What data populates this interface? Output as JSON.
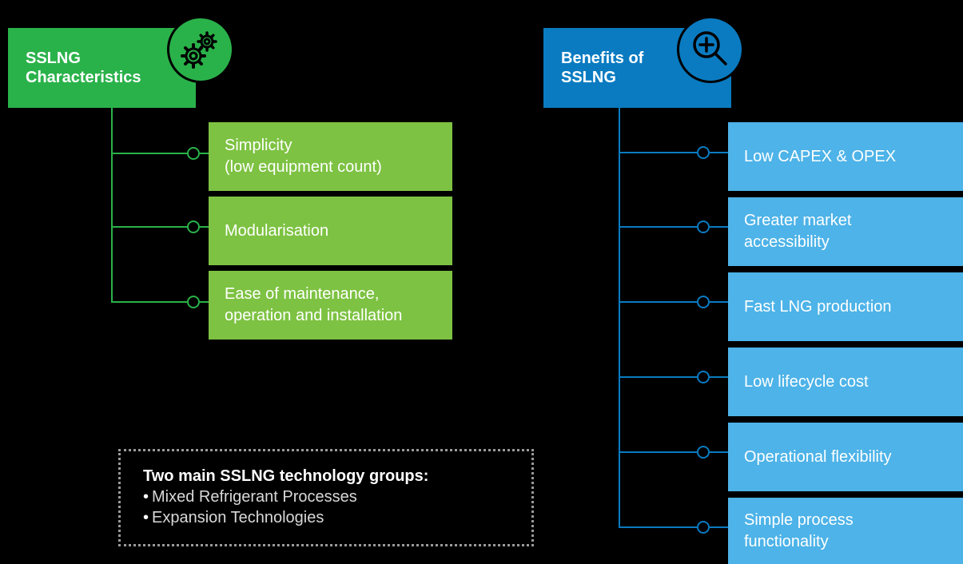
{
  "left": {
    "title": "SSLNG\nCharacteristics",
    "badge_icon": "gears-icon",
    "color": "#2ab24a",
    "item_color": "#7dc242",
    "items": [
      {
        "label": "Simplicity\n(low equipment count)"
      },
      {
        "label": "Modularisation"
      },
      {
        "label": "Ease of maintenance,\noperation and installation"
      }
    ]
  },
  "right": {
    "title": "Benefits of\nSSLNG",
    "badge_icon": "zoom-in-icon",
    "color": "#0a7bc1",
    "item_color": "#4db3e8",
    "items": [
      {
        "label": "Low CAPEX & OPEX"
      },
      {
        "label": "Greater market\naccessibility"
      },
      {
        "label": "Fast LNG production"
      },
      {
        "label": "Low lifecycle cost"
      },
      {
        "label": "Operational flexibility"
      },
      {
        "label": "Simple process\nfunctionality"
      }
    ]
  },
  "tech": {
    "title": "Two main SSLNG technology groups:",
    "bullet": "•",
    "items": [
      "Mixed Refrigerant Processes",
      "Expansion Technologies"
    ]
  }
}
